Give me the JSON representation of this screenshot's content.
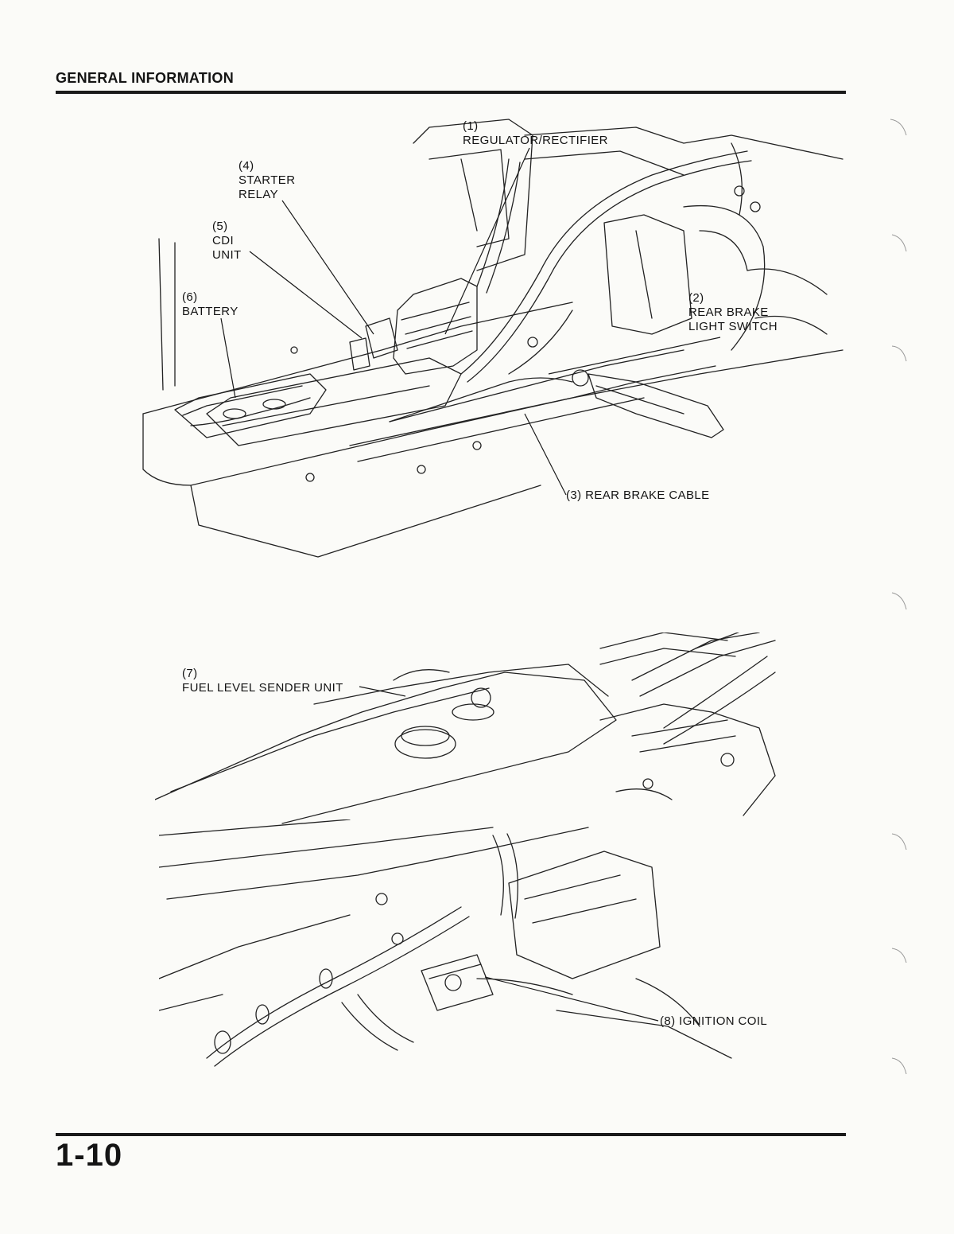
{
  "header": {
    "title": "GENERAL INFORMATION"
  },
  "page_number": "1-10",
  "figures": {
    "upper": {
      "callouts": [
        {
          "id": "regulator",
          "number": "(1)",
          "lines": [
            "REGULATOR/RECTIFIER"
          ]
        },
        {
          "id": "rear-brake-switch",
          "number": "(2)",
          "lines": [
            "REAR BRAKE",
            "LIGHT SWITCH"
          ]
        },
        {
          "id": "rear-brake-cable",
          "number": "(3)",
          "lines": [
            "REAR BRAKE CABLE"
          ]
        },
        {
          "id": "starter-relay",
          "number": "(4)",
          "lines": [
            "STARTER",
            "RELAY"
          ]
        },
        {
          "id": "cdi-unit",
          "number": "(5)",
          "lines": [
            "CDI",
            "UNIT"
          ]
        },
        {
          "id": "battery",
          "number": "(6)",
          "lines": [
            "BATTERY"
          ]
        }
      ]
    },
    "lower": {
      "callouts": [
        {
          "id": "fuel-sender",
          "number": "(7)",
          "lines": [
            "FUEL LEVEL SENDER UNIT"
          ]
        },
        {
          "id": "ignition-coil",
          "number": "(8)",
          "lines": [
            "IGNITION COIL"
          ]
        }
      ]
    }
  }
}
